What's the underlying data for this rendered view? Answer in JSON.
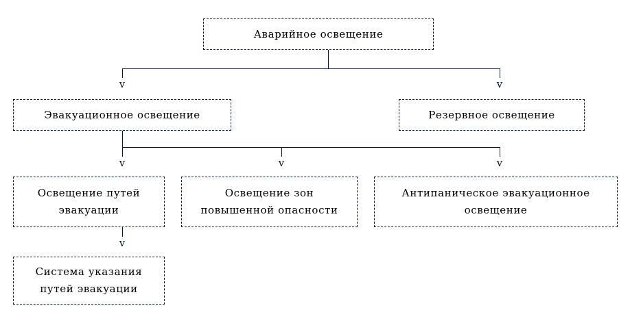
{
  "diagram": {
    "type": "hierarchy-tree",
    "title": "",
    "language": "ru",
    "colors": {
      "node_border": "#121a33",
      "node_fill": "#ffffff",
      "connector": "#121a33",
      "text": "#000000"
    },
    "arrow_glyph": "v",
    "levels": [
      {
        "level": 1,
        "nodes": [
          {
            "id": "emergency",
            "label": "Аварийное освещение"
          }
        ]
      },
      {
        "level": 2,
        "nodes": [
          {
            "id": "evacuation",
            "label": "Эвакуационное освещение"
          },
          {
            "id": "standby",
            "label": "Резервное освещение"
          }
        ]
      },
      {
        "level": 3,
        "nodes": [
          {
            "id": "escape-routes",
            "label": "Освещение путей эвакуации"
          },
          {
            "id": "high-risk",
            "label": "Освещение зон повышенной опасности"
          },
          {
            "id": "antipanic",
            "label": "Антипаническое эвакуационное освещение"
          }
        ]
      },
      {
        "level": 4,
        "nodes": [
          {
            "id": "signage",
            "label": "Система указания путей эвакуации"
          }
        ]
      }
    ],
    "edges": [
      {
        "from": "emergency",
        "to": "evacuation"
      },
      {
        "from": "emergency",
        "to": "standby"
      },
      {
        "from": "evacuation",
        "to": "escape-routes"
      },
      {
        "from": "evacuation",
        "to": "high-risk"
      },
      {
        "from": "evacuation",
        "to": "antipanic"
      },
      {
        "from": "escape-routes",
        "to": "signage"
      }
    ]
  },
  "nodes": {
    "emergency": "Аварийное освещение",
    "evacuation": "Эвакуационное освещение",
    "standby": "Резервное освещение",
    "escape_routes": "Освещение путей эвакуации",
    "high_risk": "Освещение зон повышенной опасности",
    "antipanic": "Антипаническое эвакуационное освещение",
    "signage": "Система указания путей эвакуации"
  },
  "arrows": {
    "glyph": "v",
    "to_evacuation": "v",
    "to_standby": "v",
    "to_escape_routes": "v",
    "to_high_risk": "v",
    "to_antipanic": "v",
    "to_signage": "v"
  }
}
